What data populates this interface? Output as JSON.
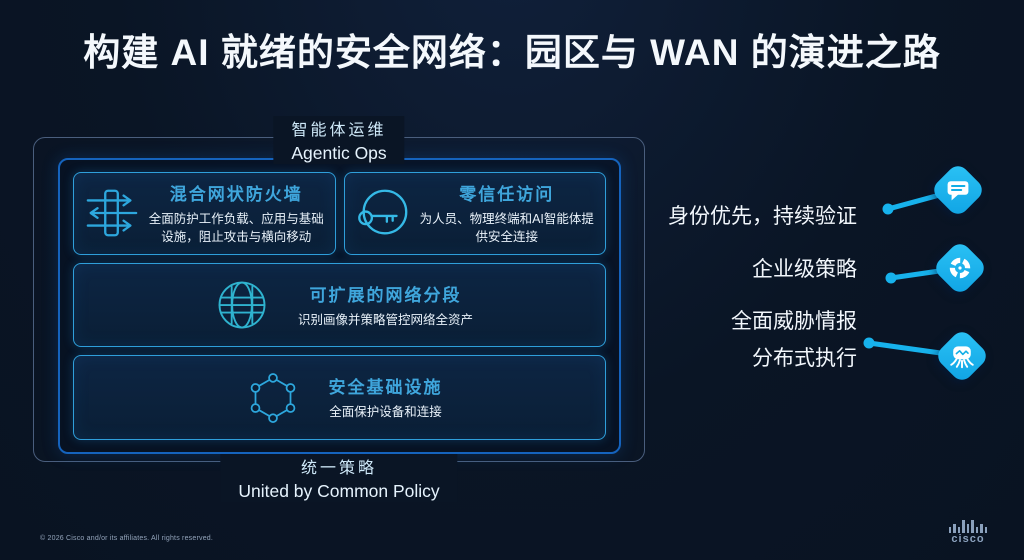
{
  "slide": {
    "title": "构建 AI 就绪的安全网络：园区与 WAN 的演进之路"
  },
  "diagram": {
    "top_label_zh": "智能体运维",
    "top_label_en": "Agentic Ops",
    "bottom_label_zh": "统一策略",
    "bottom_label_en": "United by Common Policy",
    "cards": [
      {
        "icon": "firewall-icon",
        "title": "混合网状防火墙",
        "desc": "全面防护工作负载、应用与基础设施，阻止攻击与横向移动"
      },
      {
        "icon": "key-icon",
        "title": "零信任访问",
        "desc": "为人员、物理终端和AI智能体提供安全连接"
      },
      {
        "icon": "globe-grid-icon",
        "title": "可扩展的网络分段",
        "desc": "识别画像并策略管控网络全资产"
      },
      {
        "icon": "hex-mesh-icon",
        "title": "安全基础设施",
        "desc": "全面保护设备和连接"
      }
    ]
  },
  "right_panel": {
    "items": [
      {
        "label": "身份优先，持续验证",
        "icon": "chat-bubble-icon"
      },
      {
        "label": "企业级策略",
        "icon": "target-icon"
      },
      {
        "label": "全面威胁情报",
        "icon": ""
      },
      {
        "label": "分布式执行",
        "icon": "threat-bug-icon"
      }
    ]
  },
  "footer": {
    "copyright": "© 2026 Cisco and/or its affiliates. All rights reserved.",
    "brand": "cisco"
  },
  "colors": {
    "background": "#0a1525",
    "accent_cyan": "#17b2ec",
    "card_border": "#2f9fda",
    "card_title": "#3fa6dc",
    "inner_border": "#1563bd",
    "outer_border": "#4a5e7d",
    "label_text": "#cfe9f9",
    "text_white": "#f2f7fc"
  }
}
